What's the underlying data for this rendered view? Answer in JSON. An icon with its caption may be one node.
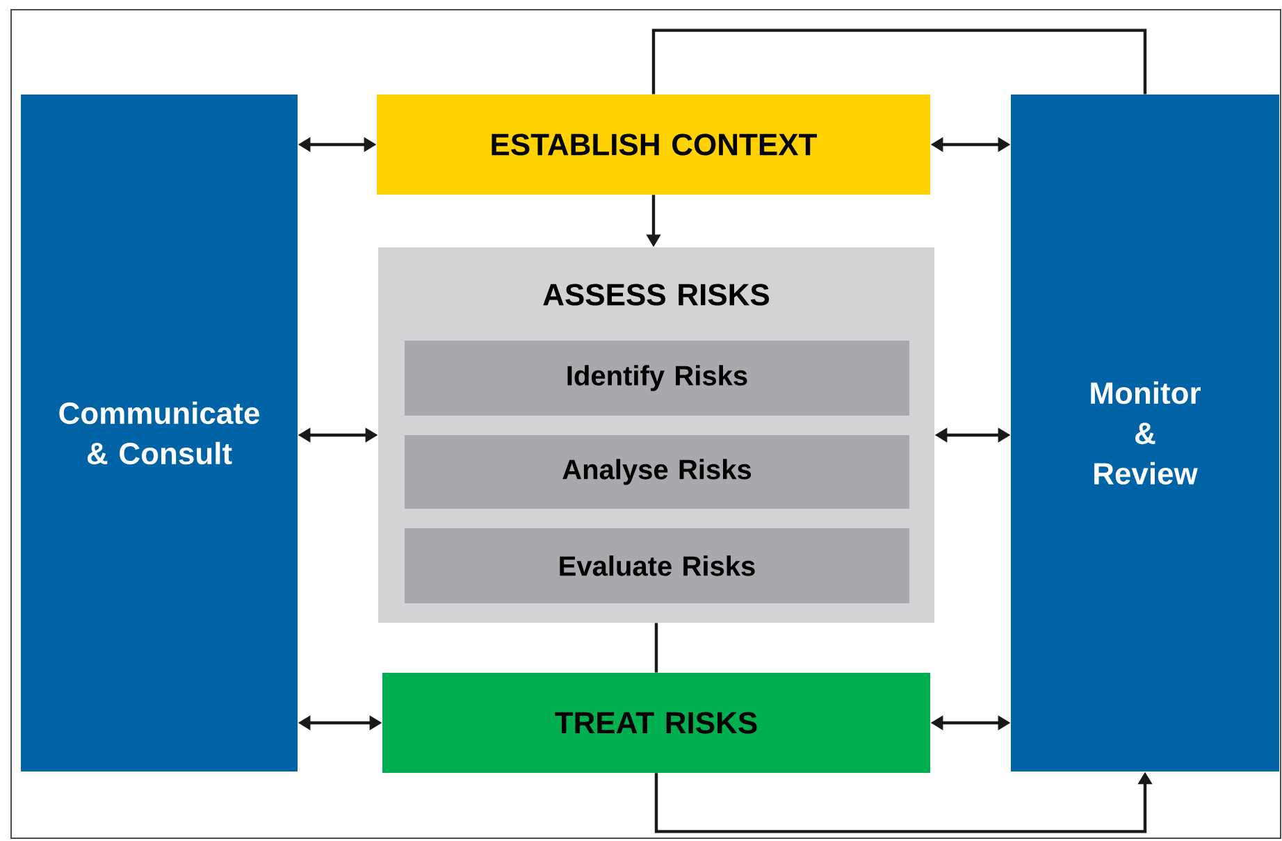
{
  "diagram": {
    "nodes": [
      {
        "text": [
          "Communicate & Consult"
        ]
      },
      {
        "text": [
          "ESTABLISH CONTEXT"
        ]
      },
      {
        "text": [
          "ASSESS RISKS"
        ]
      },
      {
        "text": [
          "Identify Risks"
        ],
        "in": 2
      },
      {
        "text": [
          "Analyse Risks"
        ],
        "in": 2
      },
      {
        "text": [
          "Evaluate Risks"
        ],
        "in": 2
      },
      {
        "text": [
          "TREAT RISKS"
        ]
      },
      {
        "text": [
          "Monitor & Review"
        ]
      }
    ],
    "edges": [
      {
        "from": 0,
        "to": 1,
        "arrow": "both"
      },
      {
        "from": 0,
        "to": 2,
        "arrow": "both"
      },
      {
        "from": 0,
        "to": 6,
        "arrow": "both"
      },
      {
        "from": 1,
        "to": 7,
        "arrow": "both"
      },
      {
        "from": 2,
        "to": 7,
        "arrow": "both"
      },
      {
        "from": 6,
        "to": 7,
        "arrow": "both"
      },
      {
        "from": 1,
        "to": 2,
        "arrow": "to"
      },
      {
        "from": 2,
        "to": 6,
        "arrow": "none"
      },
      {
        "from": 6,
        "to": 7,
        "arrow": "to"
      },
      {
        "from": 1,
        "to": 7,
        "arrow": "none"
      }
    ]
  }
}
